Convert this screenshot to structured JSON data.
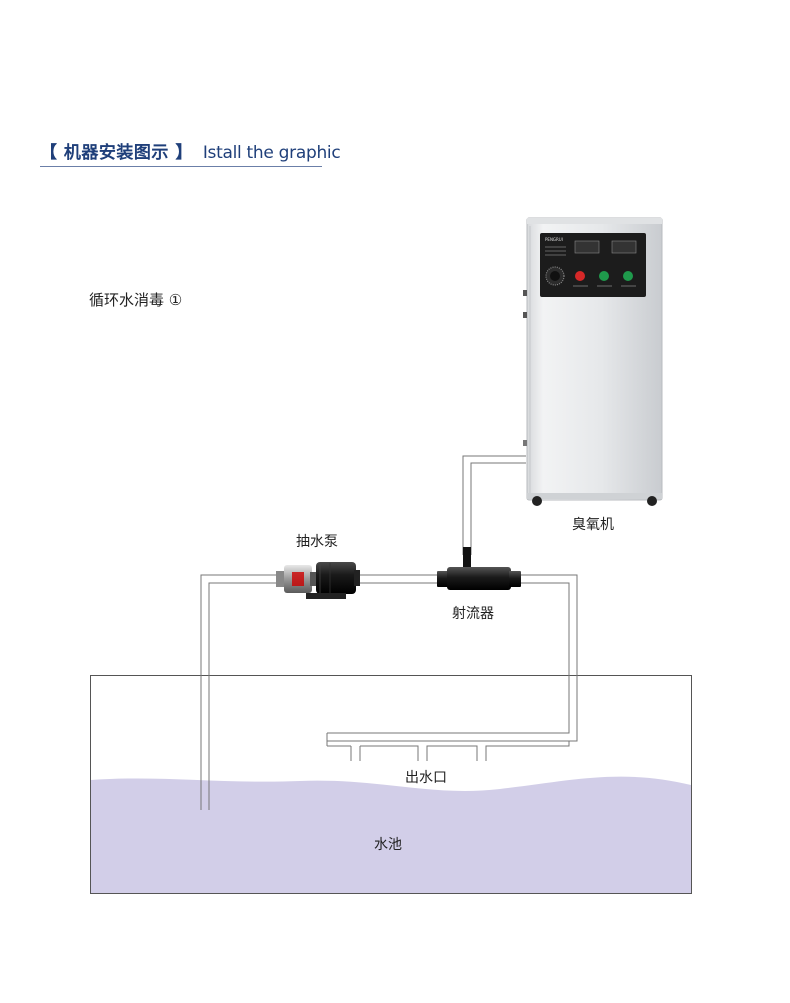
{
  "header": {
    "title_cn": "【 机器安装图示 】",
    "title_en": "Istall the graphic"
  },
  "diagram": {
    "caption": "循环水消毒 ①",
    "ozone_machine": "臭氧机",
    "pump": "抽水泵",
    "ejector": "射流器",
    "outlet": "出水口",
    "pool": "水池",
    "pool_water_color": "#d2cee8",
    "panel_color": "#1c1c1c",
    "panel_text": "PENGRUI"
  }
}
